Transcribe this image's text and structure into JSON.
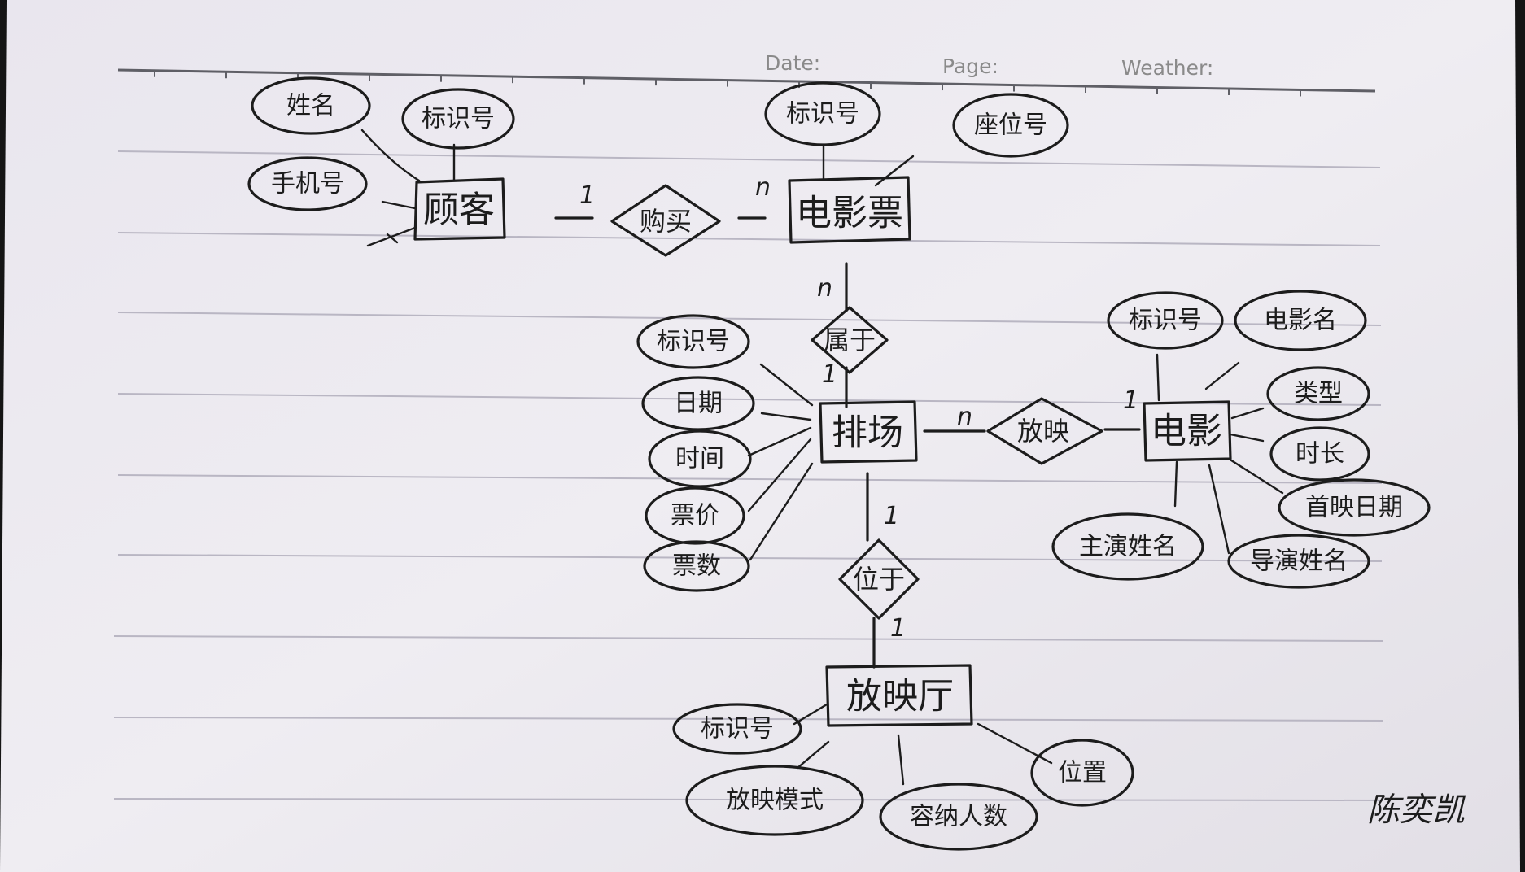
{
  "page_header": {
    "date_label": "Date:",
    "page_label": "Page:",
    "weather_label": "Weather:"
  },
  "entities": {
    "customer": "顾客",
    "movie_ticket": "电影票",
    "screening": "排场",
    "movie": "电影",
    "hall": "放映厅"
  },
  "relationships": {
    "purchase": "购买",
    "belongs_to": "属于",
    "shows": "放映",
    "located_in": "位于"
  },
  "attributes": {
    "customer": [
      "姓名",
      "标识号",
      "手机号"
    ],
    "movie_ticket": [
      "标识号",
      "座位号"
    ],
    "screening": [
      "标识号",
      "日期",
      "时间",
      "票价",
      "票数"
    ],
    "movie": [
      "标识号",
      "电影名",
      "类型",
      "时长",
      "首映日期",
      "主演姓名",
      "导演姓名"
    ],
    "hall": [
      "标识号",
      "放映模式",
      "容纳人数",
      "位置"
    ]
  },
  "cardinality": {
    "customer_purchase": "1",
    "purchase_ticket": "n",
    "ticket_belongs": "n",
    "belongs_screening": "1",
    "screening_shows": "n",
    "shows_movie": "1",
    "screening_located": "1",
    "located_hall": "1"
  },
  "signature": "陈奕凯"
}
